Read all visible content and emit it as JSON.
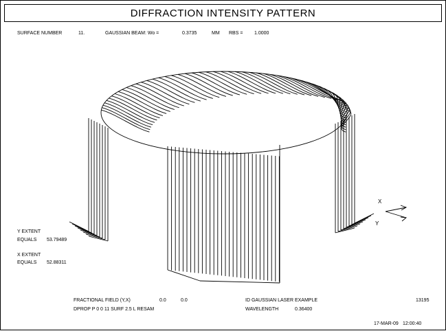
{
  "title": "DIFFRACTION INTENSITY PATTERN",
  "header": {
    "surface_label": "SURFACE NUMBER",
    "surface_value": "11.",
    "beam_label": "GAUSSIAN BEAM: Wo =",
    "beam_value": "0.3735",
    "beam_unit": "MM",
    "rbs_label": "RBS =",
    "rbs_value": "1.0000"
  },
  "extents": {
    "y_label": "Y EXTENT",
    "y_equals": "EQUALS",
    "y_value": "53.79489",
    "x_label": "X EXTENT",
    "x_equals": "EQUALS",
    "x_value": "52.88311"
  },
  "axes": {
    "x": "X",
    "y": "Y"
  },
  "footer": {
    "field_label": "FRACTIONAL FIELD (Y,X)",
    "field_y": "0.0",
    "field_x": "0.0",
    "lens_name": "ID GAUSSIAN LASER EXAMPLE",
    "lens_number": "13195",
    "dprop_text": "DPROP P 0 0 11 SURF 2.5 L RESAM",
    "wavelength_label": "WAVELENGTH",
    "wavelength_value": "0.36400",
    "date": "17-MAR-09",
    "time": "12:00:40"
  },
  "colors": {
    "ink": "#000000",
    "paper": "#ffffff"
  }
}
